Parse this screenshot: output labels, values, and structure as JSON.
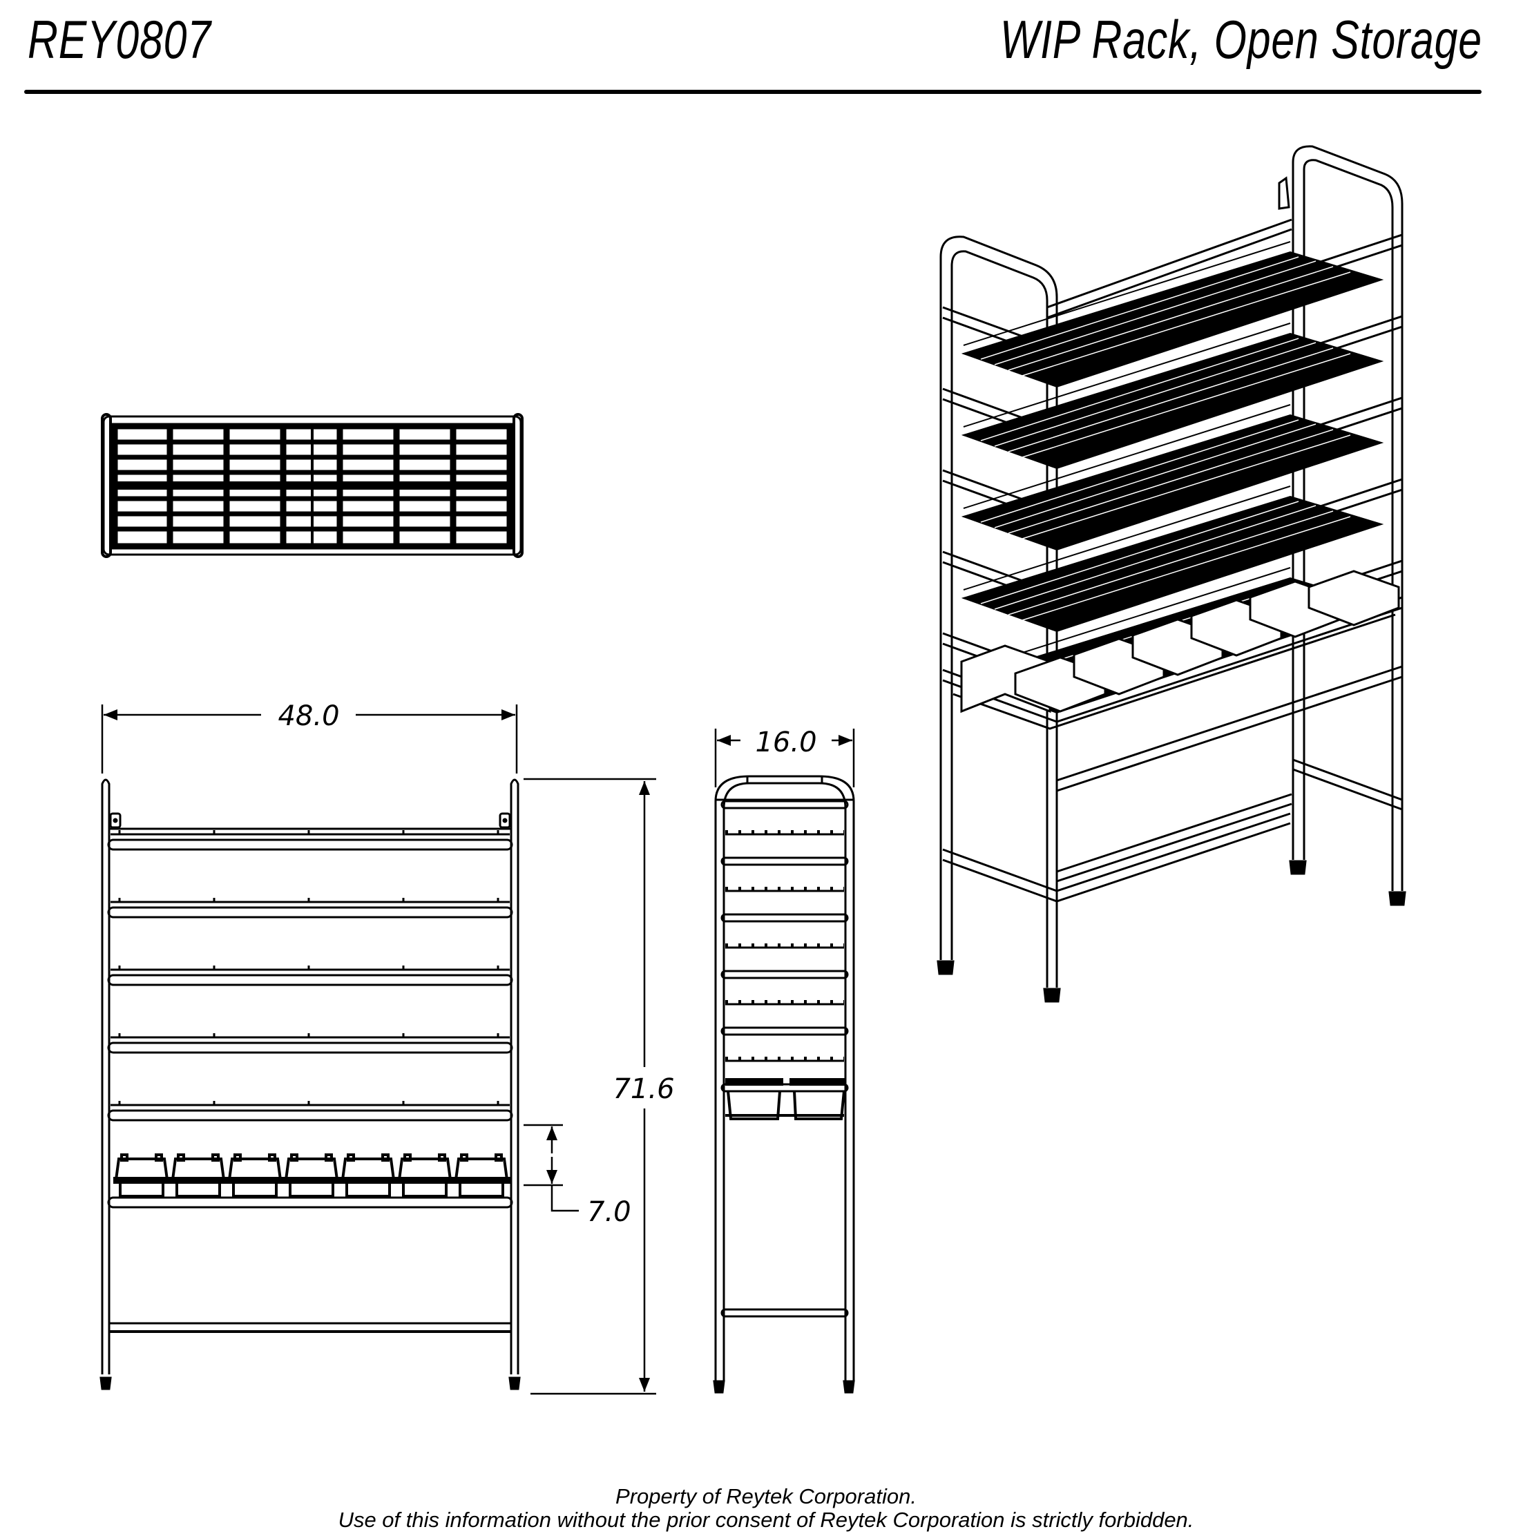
{
  "header": {
    "part_number": "REY0807",
    "title": "WIP Rack, Open Storage"
  },
  "views": {
    "top_view": {
      "label": "top-view",
      "bin_columns": 7,
      "bin_rows": 2
    },
    "front_view": {
      "label": "front-view",
      "shelves": 5,
      "bins_on_bottom_shelf": 7
    },
    "side_view": {
      "label": "side-view",
      "shelves": 5,
      "bins_visible": 2
    },
    "isometric_view": {
      "label": "isometric-view",
      "shelves": 5,
      "bins": 7
    }
  },
  "dimensions": {
    "width": "48.0",
    "depth": "16.0",
    "height": "71.6",
    "bin_shelf_spacing": "7.0"
  },
  "footer": {
    "line1": "Property of Reytek Corporation.",
    "line2": "Use of this information without the prior consent of Reytek Corporation is strictly forbidden."
  }
}
